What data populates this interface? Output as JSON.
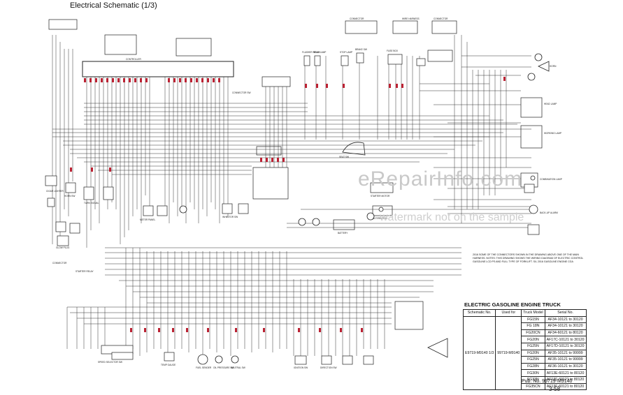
{
  "header": {
    "title": "Electrical Schematic (1/3)"
  },
  "watermark": {
    "main": "eRepairInfo.com",
    "sub": "watermark not on the sample"
  },
  "table": {
    "title": "ELECTRIC GASOLINE ENGINE TRUCK",
    "headers": [
      "Schematic No.",
      "Used for",
      "Truck Model",
      "Serial No."
    ],
    "schematic_no": "E9719-M9140 1/3",
    "used_for": "99719-M9140",
    "rows": [
      {
        "model": "FG15N",
        "serial": "AF34-10121 to 30120"
      },
      {
        "model": "FG 18N",
        "serial": "AF34-10121 to 30120"
      },
      {
        "model": "FG20CN",
        "serial": "AF34-60121 to 80120"
      },
      {
        "model": "FG20N",
        "serial": "AF17C-10121 to 30120"
      },
      {
        "model": "FG25N",
        "serial": "AF17D-10121 to 30120"
      },
      {
        "model": "FG20N",
        "serial": "AF35-10121 to 99999"
      },
      {
        "model": "FG25N",
        "serial": "AF35-10121 to 99999"
      },
      {
        "model": "FG28N",
        "serial": "AF36-10121 to 30120"
      },
      {
        "model": "FG30N",
        "serial": "AF13E-60121 to 80120"
      },
      {
        "model": "FG33N",
        "serial": "AF13F-60121 to 80120"
      },
      {
        "model": "FG35CN",
        "serial": "AF13F-60121 to 80120"
      }
    ]
  },
  "footer": {
    "pub": "Pub. No. 99719-M9140",
    "page": "3-58"
  },
  "note": "2016 SOME OF THE CONNECTORS SHOWN IN THE DRAWING ABOVE ONE OF THE MAIN HARNESS. NOTES: THIS DRAWING SHOWS THE WIRING DIAGRAM OF ELECTRIC CONTROL GASOLINE LCD PS AND FULL TYPE OF FORKLIFT. S/L 2016 GASOLINE ENGINE CGA",
  "labels": {
    "l1": "CIGAR LIGHTER",
    "l2": "HORN SW",
    "l3": "TURN SIGNAL",
    "l4": "BATTERY",
    "l5": "STARTER MOTOR",
    "l6": "ALTERNATOR",
    "l7": "BACK-UP ALARM",
    "l8": "HEAD LAMP",
    "l9": "WORKING LAMP",
    "l10": "COMBINATION LAMP",
    "l11": "SPEED SELECTOR SW",
    "l12": "TEMP GAUGE",
    "l13": "FUEL SENDER",
    "l14": "OIL PRESSURE SW",
    "l15": "NEUTRAL SW",
    "l16": "IGNITION SW",
    "l17": "DIRECTION SW",
    "l18": "SEAT SW",
    "l19": "CONNECTOR SW",
    "l20": "FLASHER RELAY",
    "l21": "REAR LAMP",
    "l22": "STOP LAMP",
    "l23": "BRAKE SW",
    "l24": "FUSE BOX",
    "l25": "METER PANEL",
    "l26": "HORN",
    "l27": "CONNECTOR",
    "l28": "STARTER RELAY",
    "l29": "CONTROLLER",
    "l30": "CONNECTOR",
    "l31": "CONNECTOR",
    "l32": "WIRE HARNESS",
    "l33": "INHIBITOR SW",
    "l34": "GLOW PLUG"
  }
}
